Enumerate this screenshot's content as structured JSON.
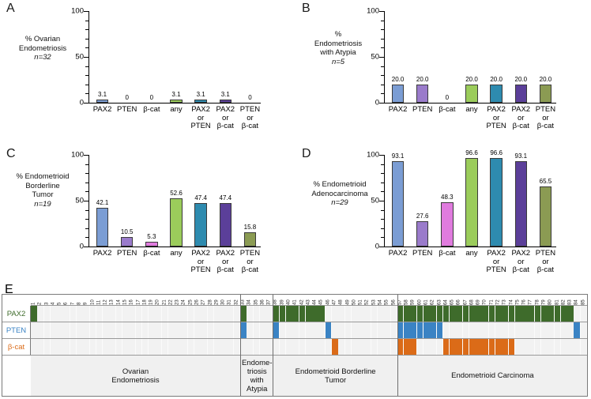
{
  "figure": {
    "panel_letters": [
      "A",
      "B",
      "C",
      "D",
      "E"
    ]
  },
  "palette": {
    "pax2": "#7B9DD4",
    "pten": "#9A7BCB",
    "bcat": "#E07BDE",
    "any": "#9BCC5B",
    "pax2_or_pten": "#2E8BAF",
    "pax2_or_bcat": "#5B3F99",
    "pten_or_bcat": "#8B9B53",
    "heat_pax2": "#3E6B2B",
    "heat_pten": "#3A83C4",
    "heat_bcat": "#DB6B18",
    "grid_cell": "#F2F2F2",
    "bar_outline": "#3A3A3A"
  },
  "categories": [
    "PAX2",
    "PTEN",
    "β-cat",
    "any",
    "PAX2\nor\nPTEN",
    "PAX2\nor\nβ-cat",
    "PTEN\nor\nβ-cat"
  ],
  "chart_data": [
    {
      "type": "bar",
      "panel": "A",
      "title": "% Ovarian Endometriosis",
      "ylabel_lines": [
        "% Ovarian",
        "Endometriosis"
      ],
      "n_label": "n=32",
      "n": 32,
      "categories": [
        "PAX2",
        "PTEN",
        "β-cat",
        "any",
        "PAX2 or PTEN",
        "PAX2 or β-cat",
        "PTEN or β-cat"
      ],
      "values": [
        3.1,
        0,
        0,
        3.1,
        3.1,
        3.1,
        0
      ],
      "labels": [
        "3.1",
        "0",
        "0",
        "3.1",
        "3.1",
        "3.1",
        "0"
      ],
      "ylim": [
        0,
        100
      ],
      "yticks": [
        0,
        50,
        100
      ],
      "ytick_labels": [
        "0",
        "50",
        "100"
      ],
      "grid": false,
      "legend": "none"
    },
    {
      "type": "bar",
      "panel": "B",
      "title": "% Endometriosis with Atypia",
      "ylabel_lines": [
        "%",
        "Endometriosis",
        "with Atypia"
      ],
      "n_label": "n=5",
      "n": 5,
      "categories": [
        "PAX2",
        "PTEN",
        "β-cat",
        "any",
        "PAX2 or PTEN",
        "PAX2 or β-cat",
        "PTEN or β-cat"
      ],
      "values": [
        20.0,
        20.0,
        0,
        20.0,
        20.0,
        20.0,
        20.0
      ],
      "labels": [
        "20.0",
        "20.0",
        "0",
        "20.0",
        "20.0",
        "20.0",
        "20.0"
      ],
      "ylim": [
        0,
        100
      ],
      "yticks": [
        0,
        50,
        100
      ],
      "ytick_labels": [
        "0",
        "50",
        "100"
      ],
      "grid": false,
      "legend": "none"
    },
    {
      "type": "bar",
      "panel": "C",
      "title": "% Endometrioid Borderline Tumor",
      "ylabel_lines": [
        "% Endometrioid",
        "Borderline",
        "Tumor"
      ],
      "n_label": "n=19",
      "n": 19,
      "categories": [
        "PAX2",
        "PTEN",
        "β-cat",
        "any",
        "PAX2 or PTEN",
        "PAX2 or β-cat",
        "PTEN or β-cat"
      ],
      "values": [
        42.1,
        10.5,
        5.3,
        52.6,
        47.4,
        47.4,
        15.8
      ],
      "labels": [
        "42.1",
        "10.5",
        "5.3",
        "52.6",
        "47.4",
        "47.4",
        "15.8"
      ],
      "ylim": [
        0,
        100
      ],
      "yticks": [
        0,
        50,
        100
      ],
      "ytick_labels": [
        "0",
        "50",
        "100"
      ],
      "grid": false,
      "legend": "none"
    },
    {
      "type": "bar",
      "panel": "D",
      "title": "% Endometrioid Adenocarcinoma",
      "ylabel_lines": [
        "% Endometrioid",
        "Adenocarcinoma"
      ],
      "n_label": "n=29",
      "n": 29,
      "categories": [
        "PAX2",
        "PTEN",
        "β-cat",
        "any",
        "PAX2 or PTEN",
        "PAX2 or β-cat",
        "PTEN or β-cat"
      ],
      "values": [
        93.1,
        27.6,
        48.3,
        96.6,
        96.6,
        93.1,
        65.5
      ],
      "labels": [
        "93.1",
        "27.6",
        "48.3",
        "96.6",
        "96.6",
        "93.1",
        "65.5"
      ],
      "ylim": [
        0,
        100
      ],
      "yticks": [
        0,
        50,
        100
      ],
      "ytick_labels": [
        "0",
        "50",
        "100"
      ],
      "grid": false,
      "legend": "none"
    },
    {
      "type": "heatmap",
      "panel": "E",
      "rows": [
        "PAX2",
        "PTEN",
        "β-cat"
      ],
      "n_columns": 85,
      "column_numbers": [
        1,
        2,
        3,
        4,
        5,
        6,
        7,
        8,
        9,
        10,
        11,
        12,
        13,
        14,
        15,
        16,
        17,
        18,
        19,
        20,
        21,
        22,
        23,
        24,
        25,
        26,
        27,
        28,
        29,
        30,
        31,
        32,
        33,
        34,
        35,
        36,
        37,
        38,
        39,
        40,
        41,
        42,
        43,
        44,
        45,
        46,
        47,
        48,
        49,
        50,
        51,
        52,
        53,
        54,
        55,
        56,
        57,
        58,
        59,
        60,
        61,
        62,
        63,
        64,
        65,
        66,
        67,
        68,
        69,
        70,
        71,
        72,
        73,
        74,
        75,
        76,
        77,
        78,
        79,
        80,
        81,
        82,
        83,
        84,
        85
      ],
      "positive_columns": {
        "PAX2": [
          1,
          33,
          38,
          39,
          40,
          41,
          42,
          43,
          44,
          45,
          57,
          58,
          59,
          60,
          61,
          62,
          63,
          64,
          65,
          66,
          67,
          68,
          69,
          70,
          71,
          72,
          73,
          74,
          75,
          76,
          77,
          78,
          79,
          80,
          81,
          82,
          83
        ],
        "PTEN": [
          33,
          38,
          46,
          57,
          58,
          59,
          60,
          61,
          62,
          63,
          84
        ],
        "β-cat": [
          47,
          57,
          58,
          59,
          64,
          65,
          66,
          67,
          68,
          69,
          70,
          71,
          72,
          73,
          74
        ]
      },
      "groups": [
        {
          "label": "Ovarian\nEndometriosis",
          "start": 1,
          "end": 32
        },
        {
          "label": "Endome-\ntriosis\nwith\nAtypia",
          "start": 33,
          "end": 37
        },
        {
          "label": "Endometrioid Borderline\nTumor",
          "start": 38,
          "end": 56
        },
        {
          "label": "Endometrioid Carcinoma",
          "start": 57,
          "end": 85
        }
      ]
    }
  ]
}
